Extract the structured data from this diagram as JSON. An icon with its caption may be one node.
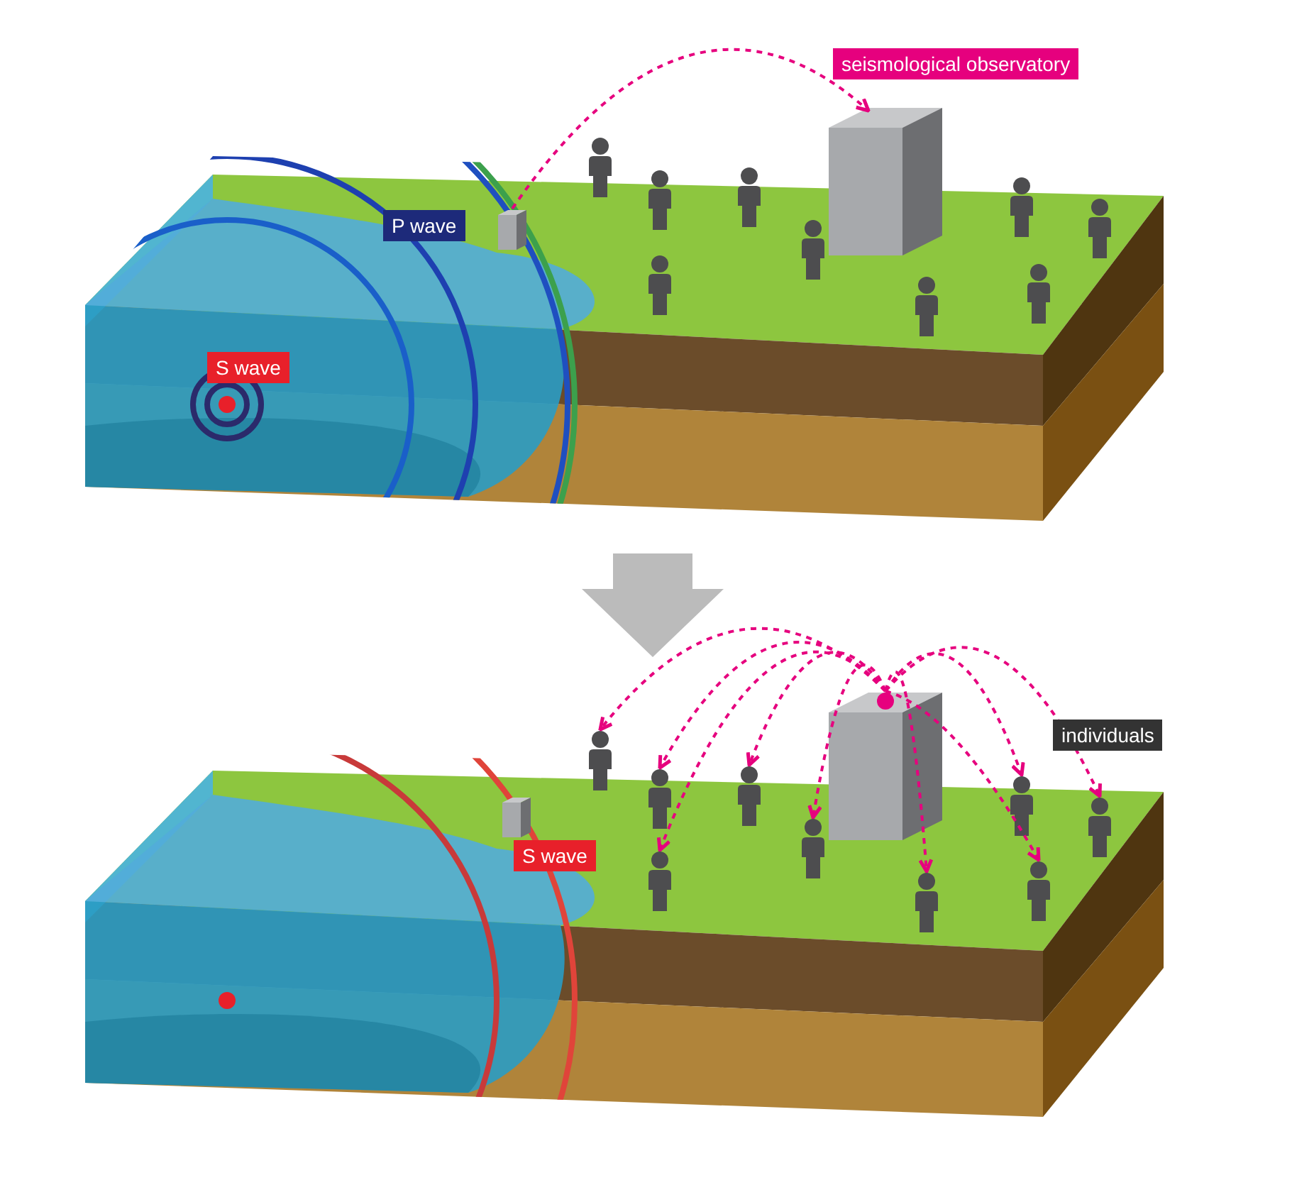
{
  "diagram": {
    "nodes": [
      {
        "text": [],
        "shape": "box"
      },
      {
        "text": [],
        "shape": "box"
      },
      {
        "text": [],
        "shape": "person"
      },
      {
        "text": [],
        "shape": "person"
      },
      {
        "text": [],
        "shape": "person"
      },
      {
        "text": [],
        "shape": "person"
      },
      {
        "text": [],
        "shape": "person"
      },
      {
        "text": [],
        "shape": "person"
      },
      {
        "text": [],
        "shape": "person"
      },
      {
        "text": [],
        "shape": "person"
      },
      {
        "text": [],
        "shape": "person"
      },
      {
        "text": [],
        "shape": "box"
      },
      {
        "text": [],
        "shape": "box"
      },
      {
        "text": [],
        "shape": "person"
      },
      {
        "text": [],
        "shape": "person"
      },
      {
        "text": [],
        "shape": "person"
      },
      {
        "text": [],
        "shape": "person"
      },
      {
        "text": [],
        "shape": "person"
      },
      {
        "text": [],
        "shape": "person"
      },
      {
        "text": [],
        "shape": "person"
      },
      {
        "text": [],
        "shape": "person"
      },
      {
        "text": [],
        "shape": "person"
      }
    ],
    "edges": [
      {
        "from": 0,
        "to": 1,
        "arrow": "to",
        "style": "dashed",
        "color": "#e6007e"
      },
      {
        "from": 12,
        "to": 13,
        "arrow": "to",
        "style": "dashed",
        "color": "#e6007e"
      },
      {
        "from": 12,
        "to": 14,
        "arrow": "to",
        "style": "dashed",
        "color": "#e6007e"
      },
      {
        "from": 12,
        "to": 15,
        "arrow": "to",
        "style": "dashed",
        "color": "#e6007e"
      },
      {
        "from": 12,
        "to": 16,
        "arrow": "to",
        "style": "dashed",
        "color": "#e6007e"
      },
      {
        "from": 12,
        "to": 17,
        "arrow": "to",
        "style": "dashed",
        "color": "#e6007e"
      },
      {
        "from": 12,
        "to": 18,
        "arrow": "to",
        "style": "dashed",
        "color": "#e6007e"
      },
      {
        "from": 12,
        "to": 19,
        "arrow": "to",
        "style": "dashed",
        "color": "#e6007e"
      },
      {
        "from": 12,
        "to": 20,
        "arrow": "to",
        "style": "dashed",
        "color": "#e6007e"
      },
      {
        "from": 12,
        "to": 21,
        "arrow": "to",
        "style": "dashed",
        "color": "#e6007e"
      }
    ],
    "labels": [
      "seismological observatory",
      "P wave",
      "S wave",
      "individuals",
      "S wave"
    ]
  }
}
